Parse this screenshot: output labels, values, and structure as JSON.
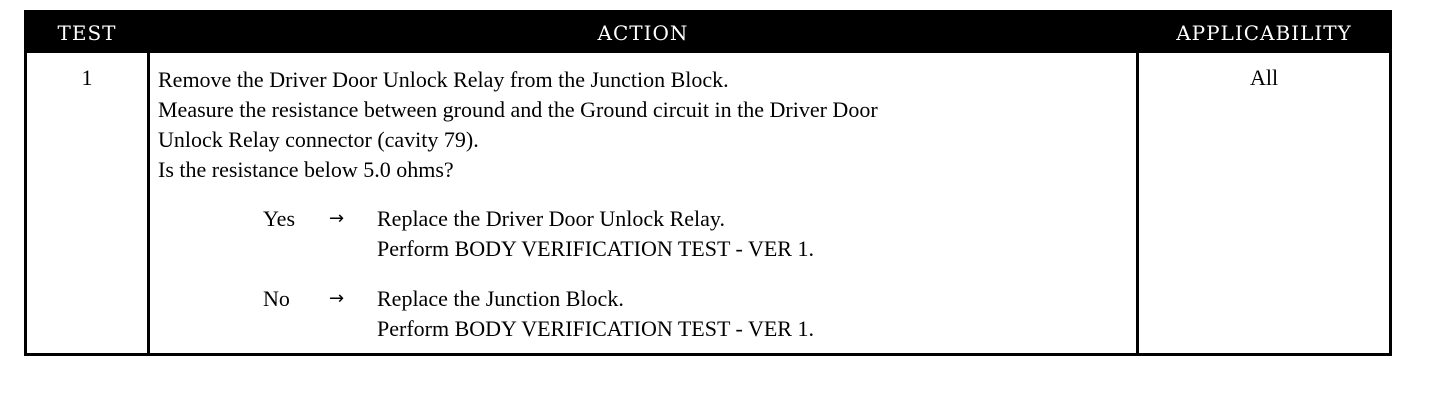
{
  "table": {
    "headers": {
      "test": "TEST",
      "action": "ACTION",
      "applicability": "APPLICABILITY"
    },
    "row": {
      "test": "1",
      "applicability": "All",
      "action_lines": [
        "Remove the Driver Door Unlock Relay from the Junction Block.",
        "Measure the resistance between ground and the Ground circuit in the Driver Door",
        "Unlock Relay connector (cavity 79).",
        "Is the resistance below 5.0 ohms?"
      ],
      "results": {
        "yes": {
          "label": "Yes",
          "arrow": "→",
          "lines": [
            "Replace the Driver Door Unlock Relay.",
            "Perform BODY VERIFICATION TEST - VER 1."
          ]
        },
        "no": {
          "label": "No",
          "arrow": "→",
          "lines": [
            "Replace the Junction Block.",
            "Perform BODY VERIFICATION TEST - VER 1."
          ]
        }
      }
    }
  }
}
